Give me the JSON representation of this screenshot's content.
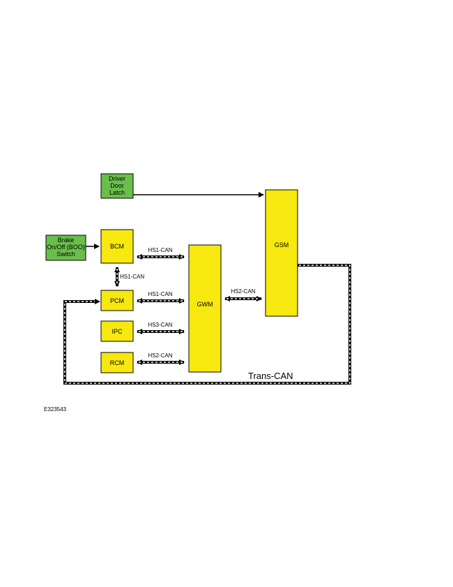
{
  "modules": {
    "driver_door_latch": [
      "Driver",
      "Door",
      "Latch"
    ],
    "brake_switch": [
      "Brake",
      "On/Off (BOO)",
      "Switch"
    ],
    "bcm": "BCM",
    "pcm": "PCM",
    "ipc": "IPC",
    "rcm": "RCM",
    "gwm": "GWM",
    "gsm": "GSM"
  },
  "buses": {
    "bcm_gwm": "HS1-CAN",
    "bcm_pcm": "HS1-CAN",
    "pcm_gwm": "HS1-CAN",
    "ipc_gwm": "HS3-CAN",
    "rcm_gwm": "HS2-CAN",
    "gwm_gsm": "HS2-CAN",
    "trans": "Trans-CAN"
  },
  "figure_id": "E323543",
  "colors": {
    "module_yellow": "#f7e80f",
    "sensor_green": "#6abf4b",
    "stroke": "#000000"
  }
}
